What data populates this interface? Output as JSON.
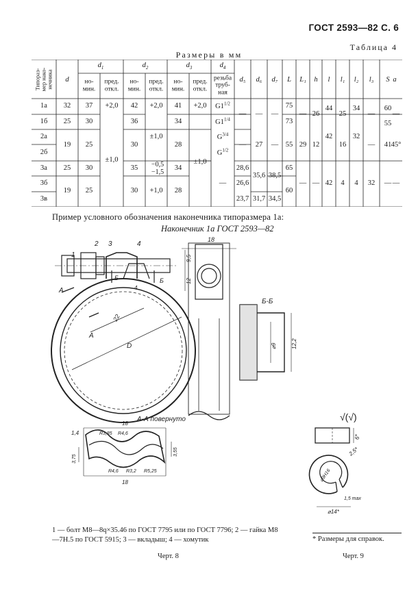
{
  "header": "ГОСТ 2593—82 С. 6",
  "table_no": "Таблица 4",
  "units": "Размеры в мм",
  "table": {
    "h_type": "Типораз-\nмер нако-\nнечника",
    "h_d": "d",
    "h_d1": "d",
    "h_d1_sub": "1",
    "h_d2": "d",
    "h_d2_sub": "2",
    "h_d3": "d",
    "h_d3_sub": "3",
    "h_d4": "d",
    "h_d4_sub": "4",
    "h_nom": "но-\nмин.",
    "h_pred": "пред.\nоткл.",
    "h_thread": "резьба\nтруб-\nная",
    "h_d5": "d₅",
    "h_d6": "d₆",
    "h_d7": "d₇",
    "h_L": "L",
    "h_L1": "L₁",
    "h_h": "h",
    "h_l": "l",
    "h_l1": "l₁",
    "h_l2": "l₂",
    "h_l3": "l₃",
    "h_S": "S",
    "h_a": "a",
    "rows": [
      "1а",
      "1б",
      "2а",
      "2б",
      "3а",
      "3б",
      "3в"
    ],
    "d": [
      "32",
      "25",
      "19",
      "25",
      "19"
    ],
    "d1_nom": [
      "37",
      "30",
      "25",
      "30",
      "25"
    ],
    "d1_dev": [
      "+2,0",
      "±1,0"
    ],
    "d2_nom": [
      "42",
      "36",
      "30",
      "35",
      "30"
    ],
    "d2_dev": [
      "+2,0",
      "±1,0",
      "−0,5",
      "−1,5",
      "+1,0"
    ],
    "d3_nom": [
      "41",
      "34",
      "28",
      "34",
      "28"
    ],
    "d3_dev": [
      "+2,0",
      "±1,0"
    ],
    "d4": [
      "G1",
      "1/2",
      "G1",
      "1/4",
      "G",
      "3/4",
      "G",
      "1/2",
      "—"
    ],
    "d5": [
      "—",
      "—",
      "28,6",
      "26,6",
      "23,7"
    ],
    "d6": [
      "—",
      "27",
      "35,6",
      "31,7"
    ],
    "d7": [
      "—",
      "—",
      "38,5",
      "34,5"
    ],
    "L": [
      "75",
      "73",
      "55",
      "65",
      "60"
    ],
    "L1": [
      "—",
      "29",
      "—"
    ],
    "h": [
      "26",
      "12",
      "—"
    ],
    "l": [
      "44",
      "42",
      "42"
    ],
    "l1": [
      "25",
      "16",
      "4"
    ],
    "l2": [
      "34",
      "32",
      "4"
    ],
    "l3": [
      "—",
      "—",
      "32"
    ],
    "S": [
      "60",
      "55",
      "41",
      "—"
    ],
    "a": [
      "—",
      "45°",
      "—"
    ]
  },
  "example_line": "Пример условного обозначения наконечника типоразмера 1а:",
  "example_code": "Наконечник 1а ГОСТ 2593—82",
  "fig8": {
    "labels": [
      "1",
      "2",
      "3",
      "4"
    ],
    "dims": [
      "18",
      "9,5",
      "12",
      "22",
      "D",
      "4",
      "R3,85",
      "R4,6",
      "R4,6",
      "R3,2",
      "R5,25",
      "3,55",
      "3,75",
      "1,4",
      "18",
      "18"
    ],
    "section_aa": "А-А повернуто",
    "section_bb": "Б-Б",
    "dims_bb": [
      "⌀9",
      "12,2"
    ],
    "view_a": "А",
    "view_b": "Б",
    "caption": "1 — болт М8—8q×35.46 по ГОСТ 7795 или по ГОСТ 7796; 2 — гайка М8—7Н.5 по ГОСТ 5915; 3 — вкладыш; 4 — хомутик",
    "title": "Черт. 8"
  },
  "fig9": {
    "roughness": "√(√)",
    "dims": [
      "6*",
      "2,5*",
      "⌀9Н16",
      "1,5 max",
      "⌀14*"
    ],
    "note": "* Размеры для справок.",
    "title": "Черт. 9"
  }
}
